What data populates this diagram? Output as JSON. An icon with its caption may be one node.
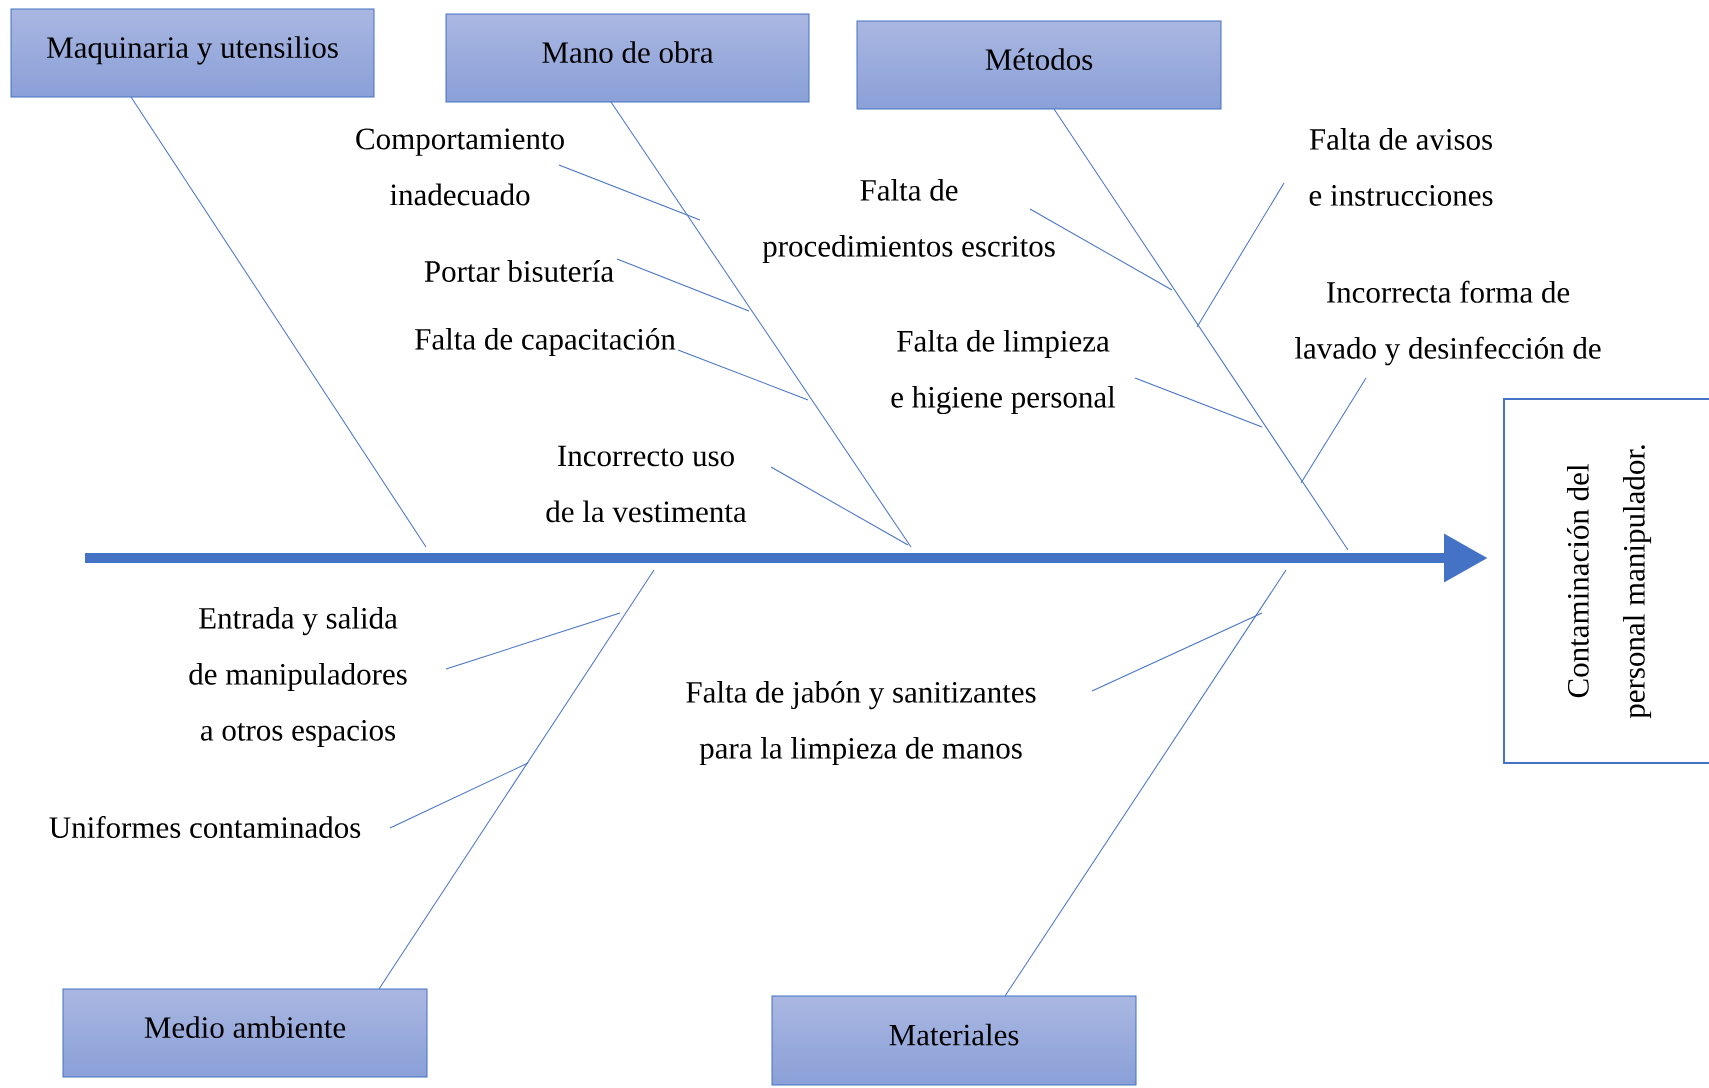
{
  "diagram": {
    "nodes": [
      {
        "text": [
          "Maquinaria y utensilios"
        ]
      },
      {
        "text": [
          "Mano de obra"
        ]
      },
      {
        "text": [
          "Métodos"
        ]
      },
      {
        "text": [
          "Comportamiento inadecuado"
        ]
      },
      {
        "text": [
          "Portar bisutería"
        ]
      },
      {
        "text": [
          "Falta de capacitación"
        ]
      },
      {
        "text": [
          "Incorrecto uso de la vestimenta"
        ]
      },
      {
        "text": [
          "Falta de procedimientos escritos"
        ]
      },
      {
        "text": [
          "Falta de limpieza e higiene personal"
        ]
      },
      {
        "text": [
          "Falta de avisos e instrucciones"
        ]
      },
      {
        "text": [
          "Incorrecta forma de lavado y desinfección de"
        ]
      },
      {
        "text": [
          "Contaminación del personal manipulador."
        ]
      },
      {
        "text": [
          "Entrada y salida de manipuladores a otros espacios"
        ]
      },
      {
        "text": [
          "Uniformes contaminados"
        ]
      },
      {
        "text": [
          "Falta de jabón y sanitizantes para la limpieza de manos"
        ]
      },
      {
        "text": [
          "Medio ambiente"
        ]
      },
      {
        "text": [
          "Materiales"
        ]
      }
    ],
    "edges": [
      {
        "from": null,
        "to": 11,
        "arrow": "to",
        "style": "thick"
      },
      {
        "from": 0,
        "to": null,
        "arrow": "none"
      },
      {
        "from": 1,
        "to": null,
        "arrow": "none"
      },
      {
        "from": 2,
        "to": null,
        "arrow": "none"
      },
      {
        "from": 15,
        "to": null,
        "arrow": "none"
      },
      {
        "from": 16,
        "to": null,
        "arrow": "none"
      },
      {
        "from": 3,
        "to": null,
        "arrow": "none"
      },
      {
        "from": 4,
        "to": null,
        "arrow": "none"
      },
      {
        "from": 5,
        "to": null,
        "arrow": "none"
      },
      {
        "from": 6,
        "to": null,
        "arrow": "none"
      },
      {
        "from": 7,
        "to": null,
        "arrow": "none"
      },
      {
        "from": 8,
        "to": null,
        "arrow": "none"
      },
      {
        "from": 9,
        "to": null,
        "arrow": "none"
      },
      {
        "from": 10,
        "to": null,
        "arrow": "none"
      },
      {
        "from": 12,
        "to": null,
        "arrow": "none"
      },
      {
        "from": 13,
        "to": null,
        "arrow": "none"
      },
      {
        "from": 14,
        "to": null,
        "arrow": "none"
      }
    ]
  }
}
